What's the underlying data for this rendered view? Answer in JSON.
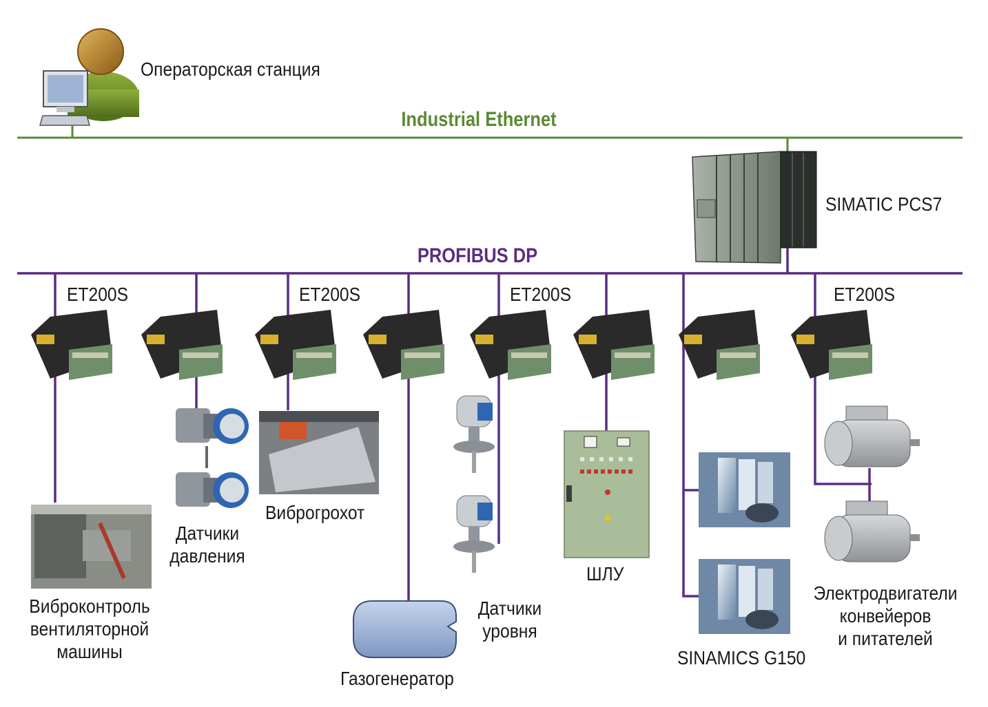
{
  "operator_station": {
    "label": "Операторская станция"
  },
  "networks": {
    "ethernet": {
      "label": "Industrial Ethernet",
      "color": "#5a8a32"
    },
    "profibus": {
      "label": "PROFIBUS DP",
      "color": "#5b2c83"
    }
  },
  "controller": {
    "label": "SIMATIC PCS7"
  },
  "et200s_label": "ET200S",
  "devices": {
    "fan_vibration": {
      "lines": [
        "Виброконтроль",
        "вентиляторной",
        "машины"
      ]
    },
    "pressure_sensors": {
      "lines": [
        "Датчики",
        "давления"
      ]
    },
    "vibro_screen": {
      "label": "Виброгрохот"
    },
    "gas_generator": {
      "label": "Газогенератор"
    },
    "level_sensors": {
      "lines": [
        "Датчики",
        "уровня"
      ]
    },
    "local_panel": {
      "label": "ШЛУ"
    },
    "drives": {
      "label": "SINAMICS G150"
    },
    "motors": {
      "lines": [
        "Электродвигатели",
        "конвейеров",
        "и питателей"
      ]
    }
  }
}
